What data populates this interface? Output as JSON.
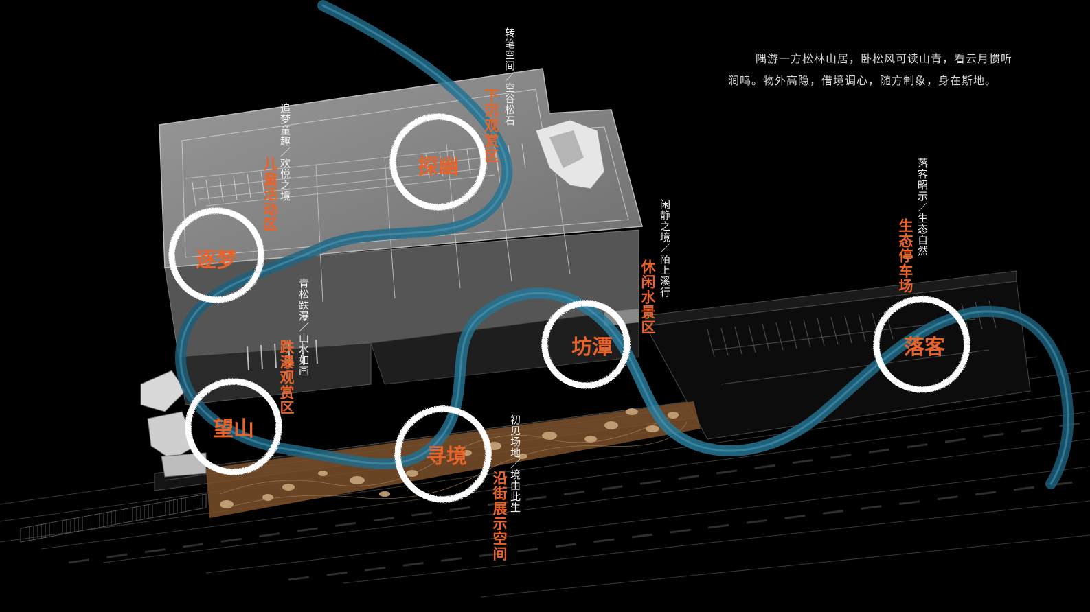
{
  "intro": {
    "line1": "隅游一方松林山居，卧松风可读山青，看云月惯听",
    "line2": "涧鸣。物外高隐，借境调心，随方制象，身在斯地。"
  },
  "nodes": [
    {
      "key": "zhuimeng",
      "label": "逐梦"
    },
    {
      "key": "tanyin",
      "label": "探幽"
    },
    {
      "key": "wangshan",
      "label": "望山"
    },
    {
      "key": "xunjing",
      "label": "寻境"
    },
    {
      "key": "fangtan",
      "label": "坊潭"
    },
    {
      "key": "luoke",
      "label": "落客"
    }
  ],
  "annotations": [
    {
      "key": "ertong",
      "sub": "追梦童趣／欢悦之境",
      "zone": "儿童活动区"
    },
    {
      "key": "xiachen",
      "sub": "转笔空间／空谷松石",
      "zone": "下沉观赏区"
    },
    {
      "key": "diepu",
      "sub": "青松跌瀑／山水如画",
      "zone": "跌瀑观赏区"
    },
    {
      "key": "xiuxian",
      "sub": "闲静之境／陌上溪行",
      "zone": "休闲水景区"
    },
    {
      "key": "tingche",
      "sub": "落客昭示／生态自然",
      "zone": "生态停车场"
    },
    {
      "key": "yanjie",
      "sub": "初见场地／境由此生",
      "zone": "沿街展示空间"
    }
  ],
  "colors": {
    "background": "#000000",
    "accent": "#e8632a",
    "river": "#1f6a86",
    "ring": "#ffffff",
    "building": "#8e8e8e",
    "paving": "#8a5a2e"
  }
}
